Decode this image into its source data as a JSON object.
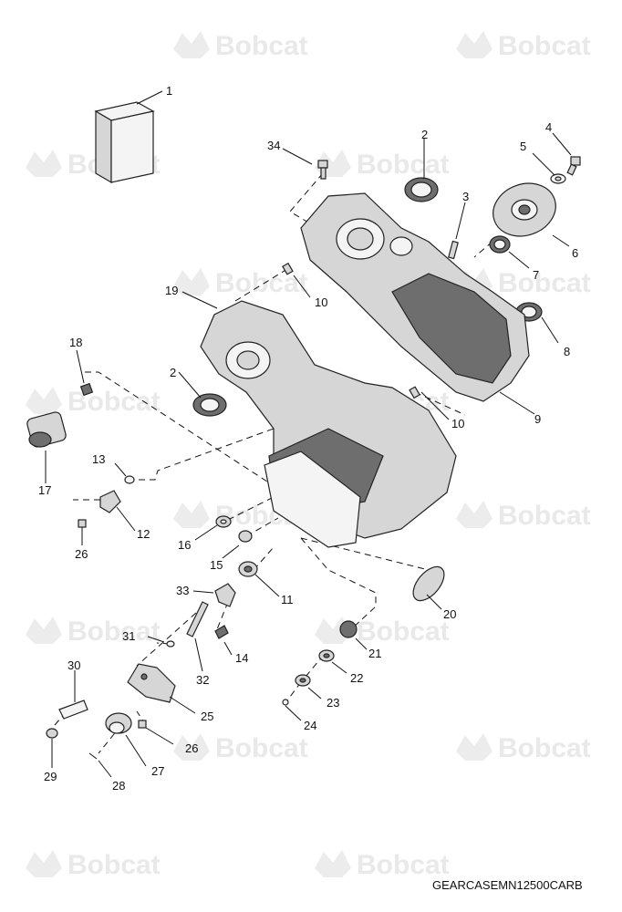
{
  "watermark": {
    "text": "Bobcat"
  },
  "drawing_code": "GEARCASEMN12500CARB",
  "callouts": [
    "1",
    "2",
    "2",
    "3",
    "4",
    "5",
    "6",
    "7",
    "8",
    "9",
    "10",
    "10",
    "11",
    "12",
    "13",
    "14",
    "15",
    "16",
    "17",
    "18",
    "19",
    "20",
    "21",
    "22",
    "23",
    "24",
    "25",
    "26",
    "26",
    "27",
    "28",
    "29",
    "30",
    "31",
    "32",
    "33",
    "34"
  ]
}
